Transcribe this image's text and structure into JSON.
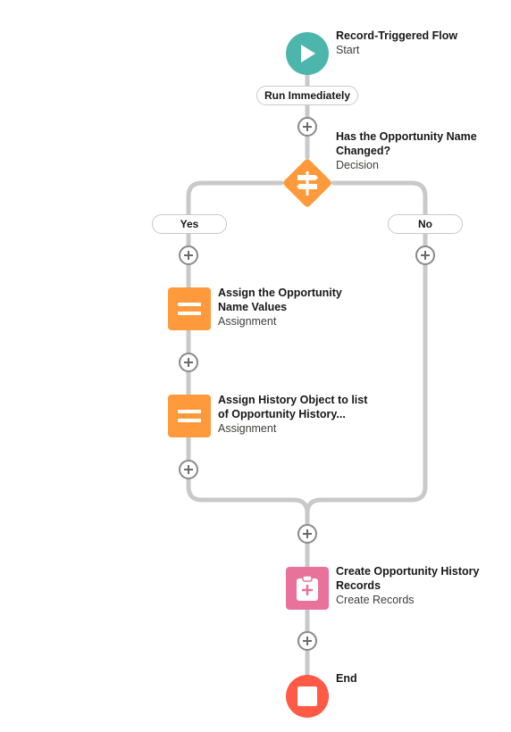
{
  "flow": {
    "start": {
      "title": "Record-Triggered Flow",
      "subtitle": "Start"
    },
    "run_label": "Run Immediately",
    "decision": {
      "title": "Has the Opportunity Name Changed?",
      "subtitle": "Decision"
    },
    "branches": {
      "yes_label": "Yes",
      "no_label": "No"
    },
    "assign1": {
      "title": "Assign the Opportunity Name Values",
      "subtitle": "Assignment"
    },
    "assign2": {
      "title": "Assign History Object to list of Opportunity History...",
      "subtitle": "Assignment"
    },
    "create": {
      "title": "Create Opportunity History Records",
      "subtitle": "Create Records"
    },
    "end": {
      "title": "End"
    }
  },
  "colors": {
    "start": "#4db6ac",
    "decision": "#ff9a3c",
    "assignment": "#ff9a3c",
    "create_records": "#e8729a",
    "end": "#ff5a45",
    "connector": "#c9c9c9"
  },
  "icons": {
    "start": "play-icon",
    "decision": "signpost-icon",
    "assignment": "equals-icon",
    "create_records": "clipboard-plus-icon",
    "end": "stop-icon",
    "add": "plus-circle-icon"
  }
}
